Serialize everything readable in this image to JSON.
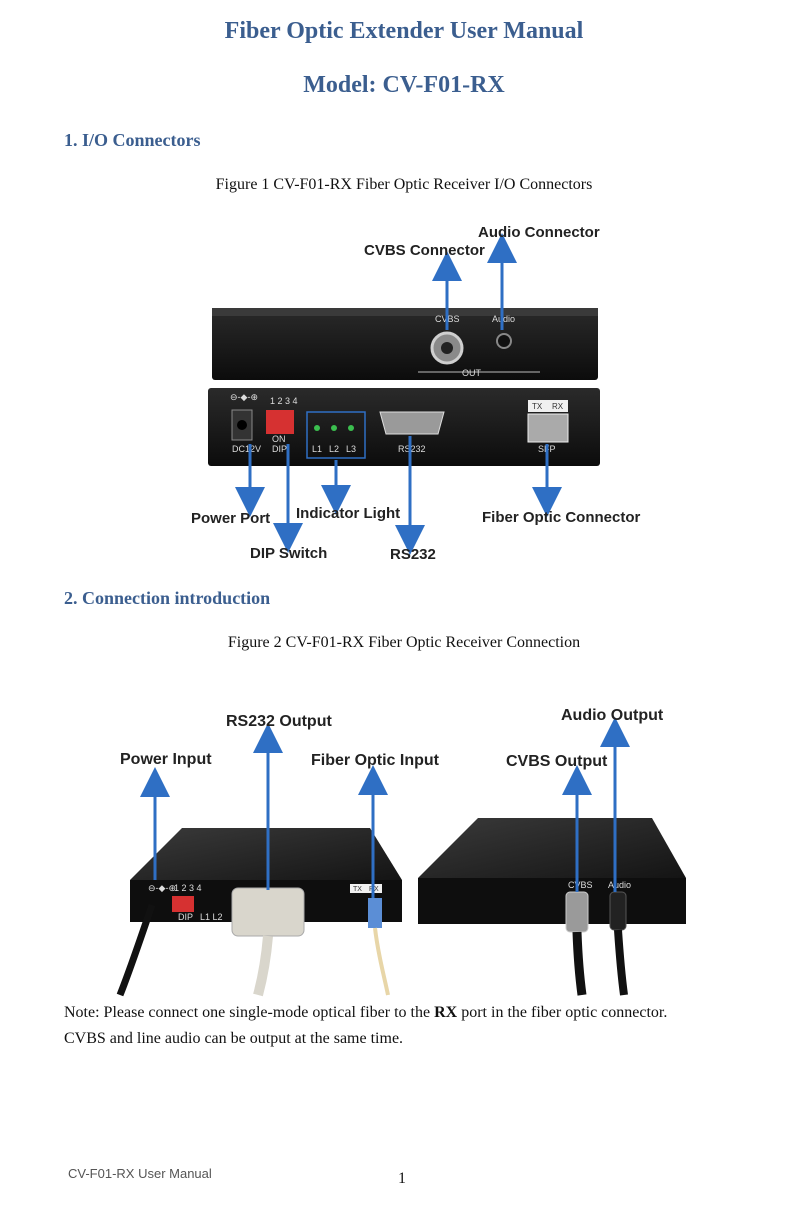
{
  "doc": {
    "title": "Fiber Optic Extender User Manual",
    "model": "Model: CV-F01-RX"
  },
  "section1": {
    "heading": "1. I/O Connectors",
    "figure_caption": "Figure 1    CV-F01-RX Fiber Optic Receiver I/O Connectors",
    "callouts": {
      "audio_connector": "Audio Connector",
      "cvbs_connector": "CVBS Connector",
      "power_port": "Power Port",
      "indicator_light": "Indicator Light",
      "fiber_optic_connector": "Fiber Optic Connector",
      "dip_switch": "DIP Switch",
      "rs232": "RS232"
    },
    "panel_labels": {
      "cvbs": "CVBS",
      "audio": "Audio",
      "out": "OUT",
      "dc12v": "DC12V",
      "dip": "DIP",
      "dip_numbers": "1 2 3 4",
      "on": "ON",
      "l1": "L1",
      "l2": "L2",
      "l3": "L3",
      "rs232": "RS232",
      "tx": "TX",
      "rx": "RX",
      "sfp": "SFP"
    }
  },
  "section2": {
    "heading": "2. Connection introduction",
    "figure_caption": "Figure 2    CV-F01-RX Fiber Optic Receiver Connection",
    "callouts": {
      "rs232_output": "RS232 Output",
      "audio_output": "Audio Output",
      "power_input": "Power Input",
      "fiber_optic_input": "Fiber Optic Input",
      "cvbs_output": "CVBS Output"
    },
    "panel_labels": {
      "dip_numbers": "1 2 3 4",
      "dip": "DIP",
      "l1l2": "L1  L2",
      "tx": "TX",
      "rx": "RX",
      "cvbs": "CVBS",
      "audio": "Audio"
    }
  },
  "note": {
    "prefix": "Note: Please connect one single-mode optical fiber to the ",
    "bold": "RX",
    "suffix": " port in the fiber optic connector.",
    "line2": "CVBS and line audio can be output at the same time."
  },
  "footer": {
    "left": "CV-F01-RX User Manual",
    "page": "1"
  },
  "colors": {
    "heading": "#3b5e8f",
    "arrow": "#2f6fc4"
  }
}
